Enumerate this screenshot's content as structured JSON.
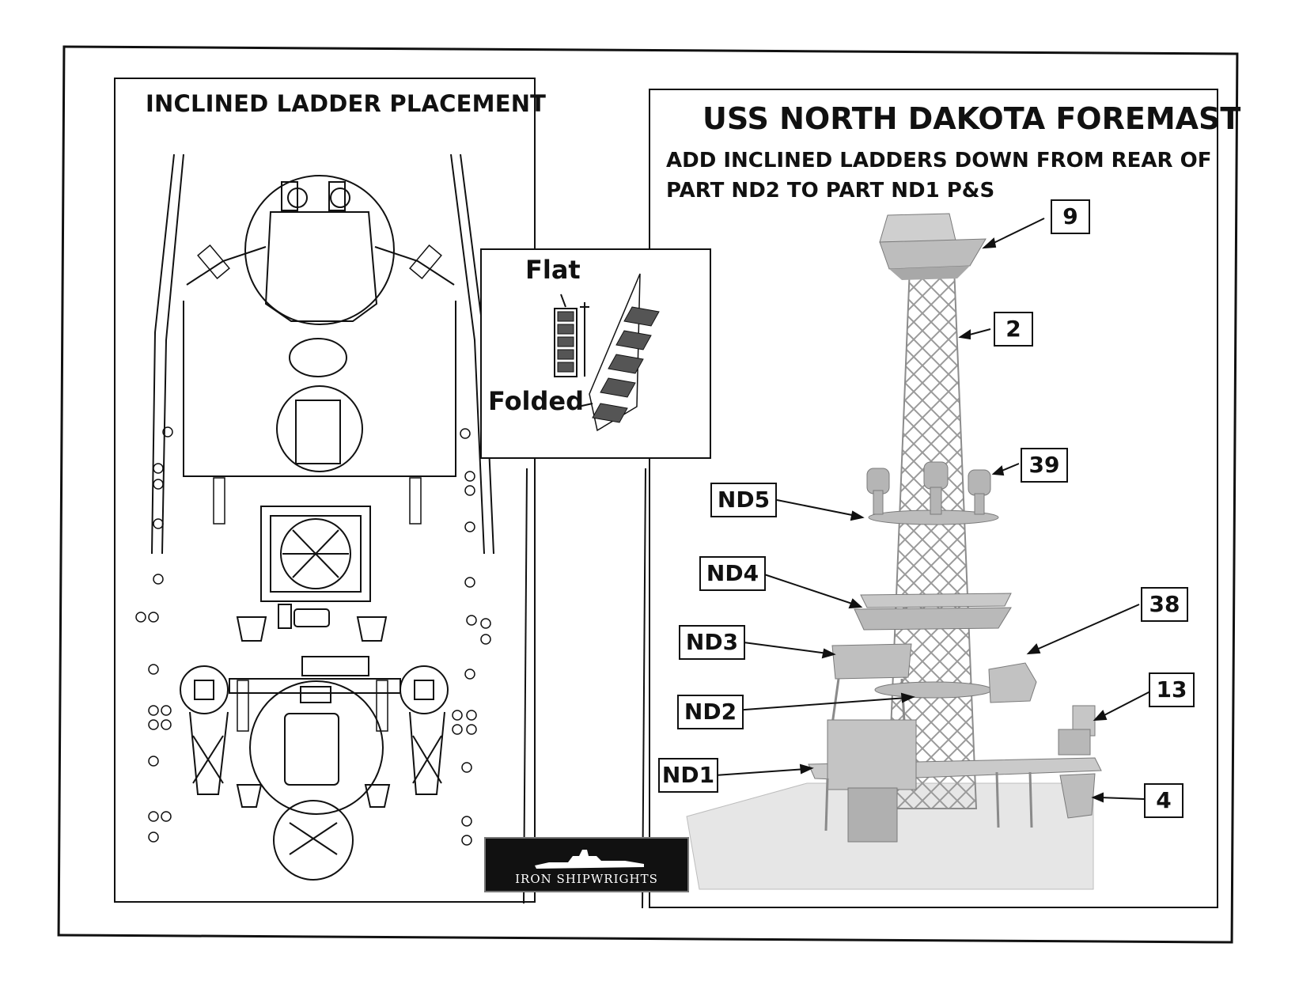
{
  "left_panel": {
    "title": "INCLINED LADDER PLACEMENT"
  },
  "right_panel": {
    "title": "USS NORTH DAKOTA FOREMAST",
    "subtitle_line1": "ADD INCLINED LADDERS DOWN FROM REAR OF",
    "subtitle_line2": "PART ND2 TO PART ND1 P&S"
  },
  "inset": {
    "flat_label": "Flat",
    "folded_label": "Folded"
  },
  "callouts": {
    "c9": "9",
    "c2": "2",
    "c39": "39",
    "nd5": "ND5",
    "nd4": "ND4",
    "c38": "38",
    "nd3": "ND3",
    "c13": "13",
    "nd2": "ND2",
    "nd1": "ND1",
    "c4": "4"
  },
  "logo": {
    "text": "IRON SHIPWRIGHTS"
  },
  "colors": {
    "line": "#111111",
    "model_gray": "#b8b8b8",
    "paper": "#ffffff"
  }
}
